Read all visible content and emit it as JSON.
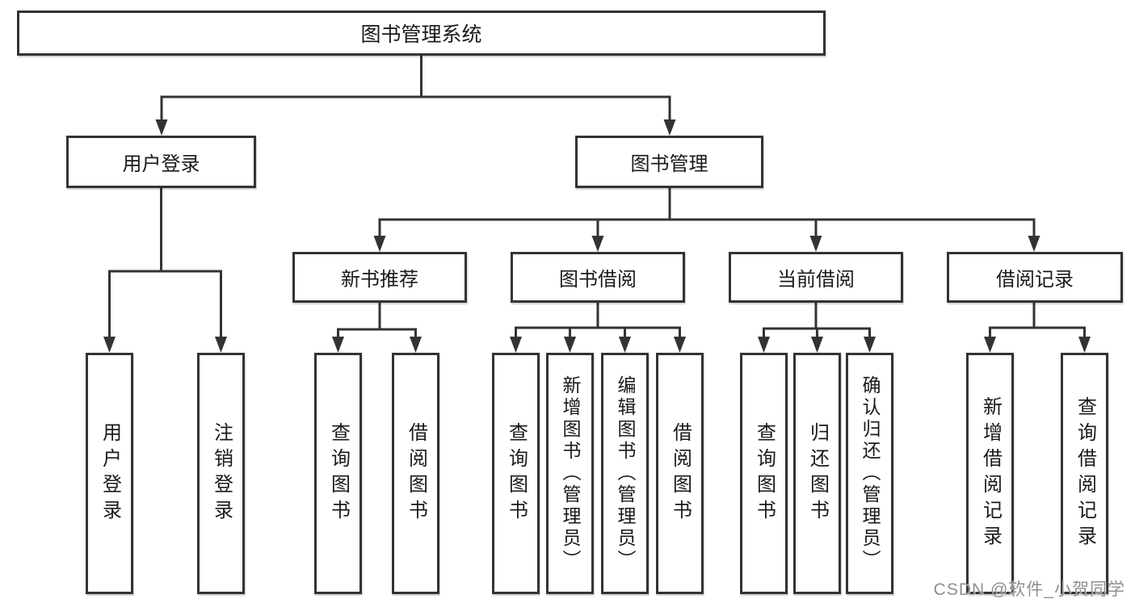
{
  "diagram": {
    "root": {
      "label": "图书管理系统"
    },
    "level2": {
      "login": {
        "label": "用户登录"
      },
      "manage": {
        "label": "图书管理"
      }
    },
    "level3": {
      "recommend": {
        "label": "新书推荐"
      },
      "borrow": {
        "label": "图书借阅"
      },
      "current": {
        "label": "当前借阅"
      },
      "records": {
        "label": "借阅记录"
      }
    },
    "leaves": {
      "login": [
        "用户登录",
        "注销登录"
      ],
      "recommend": [
        "查询图书",
        "借阅图书"
      ],
      "borrow": [
        "查询图书",
        "新增图书（管理员）",
        "编辑图书（管理员）",
        "借阅图书"
      ],
      "current": [
        "查询图书",
        "归还图书",
        "确认归还（管理员）"
      ],
      "records": [
        "新增借阅记录",
        "查询借阅记录"
      ]
    },
    "watermark": "CSDN @软件_小贺同学",
    "colors": {
      "line": "#333333",
      "box_border": "#333333",
      "box_fill": "#ffffff",
      "text": "#1a1a1a",
      "watermark": "#8f8f8f",
      "background": "#ffffff"
    }
  }
}
